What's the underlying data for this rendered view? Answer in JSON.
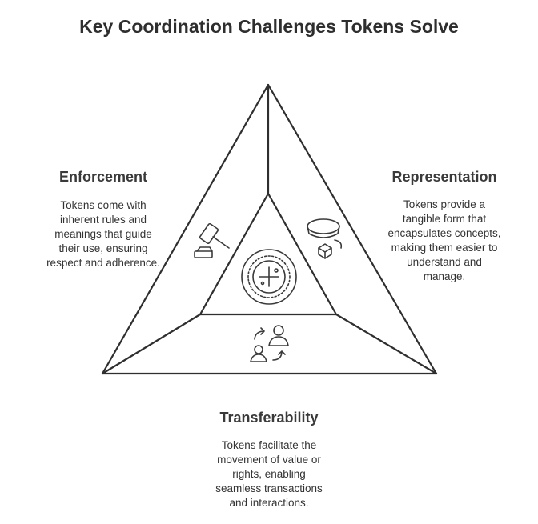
{
  "title": "Key Coordination Challenges Tokens Solve",
  "sections": {
    "enforcement": {
      "title": "Enforcement",
      "lines": [
        "Tokens come with",
        "inherent rules and",
        "meanings that guide",
        "their use, ensuring",
        "respect and adherence."
      ]
    },
    "representation": {
      "title": "Representation",
      "lines": [
        "Tokens provide a",
        "tangible form that",
        "encapsulates concepts,",
        "making them easier to",
        "understand and",
        "manage."
      ]
    },
    "transferability": {
      "title": "Transferability",
      "lines": [
        "Tokens facilitate the",
        "movement of value or",
        "rights, enabling",
        "seamless transactions",
        "and interactions."
      ]
    }
  },
  "icons": {
    "center": "token-coin-icon",
    "enforcement": "gavel-icon",
    "representation": "ring-and-cube-icon",
    "transferability": "user-exchange-icon"
  }
}
